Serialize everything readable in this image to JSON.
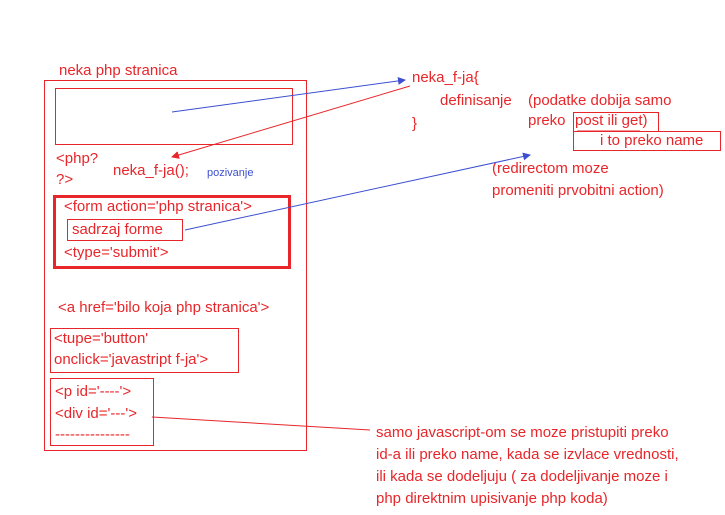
{
  "page": {
    "title": "neka php stranica",
    "php_open": "<php?",
    "php_close": "?>",
    "function_call": "neka_f-ja();",
    "call_note": "pozivanje",
    "form_action": "<form action='php stranica'>",
    "form_content": "sadrzaj forme",
    "submit": "<type='submit'>",
    "link": "<a href='bilo koja php stranica'>",
    "button_line1": "<tupe='button'",
    "button_line2": "onclick='javastript f-ja'>",
    "p_tag": "<p id='----'>",
    "div_tag": "<div id='---'>",
    "dashes": "---------------"
  },
  "function_def": {
    "header": "neka_f-ja{",
    "body": "definisanje",
    "close": "}",
    "note_part1": "(podatke dobija samo",
    "note_part2_prefix": "preko",
    "note_part2_boxed": "post ili get)",
    "note_part3": "i to preko name",
    "redirect_line1": "(redirectom moze",
    "redirect_line2": "promeniti prvobitni action)"
  },
  "js_note": {
    "line1": "samo javascript-om se moze pristupiti preko",
    "line2": "id-a ili preko name, kada se izvlace vrednosti,",
    "line3": "ili kada se dodeljuju ( za dodeljivanje moze i",
    "line4": "php direktnim upisivanje php koda)"
  },
  "colors": {
    "red": "#e8262a",
    "blue": "#3b4fd0"
  }
}
